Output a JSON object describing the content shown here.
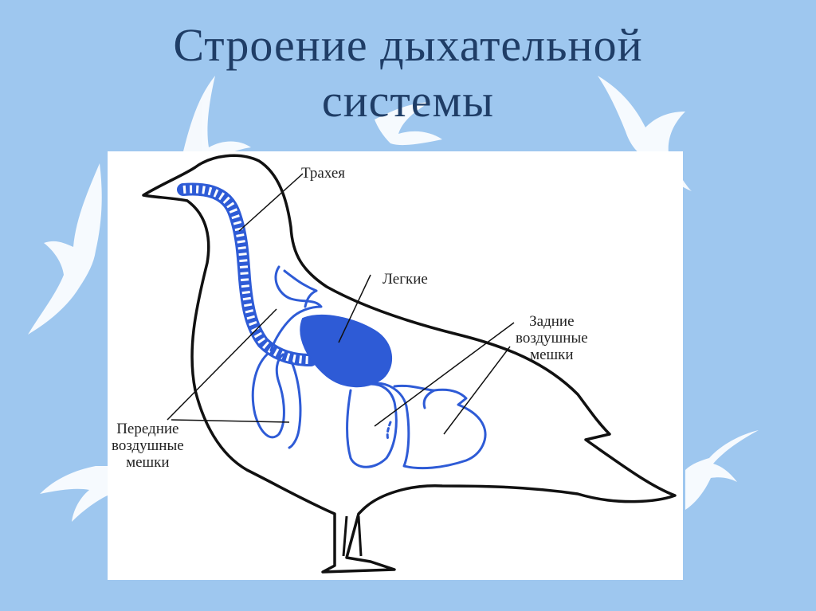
{
  "slide": {
    "title_line1": "Строение дыхательной",
    "title_line2": "системы"
  },
  "labels": {
    "trachea": "Трахея",
    "lungs": "Легкие",
    "posterior_sacs": [
      "Задние",
      "воздушные",
      "мешки"
    ],
    "anterior_sacs": [
      "Передние",
      "воздушные",
      "мешки"
    ]
  },
  "colors": {
    "background": "#9ec7ef",
    "title": "#1f3d66",
    "organs": "#2e5bd6",
    "outline": "#111111"
  }
}
